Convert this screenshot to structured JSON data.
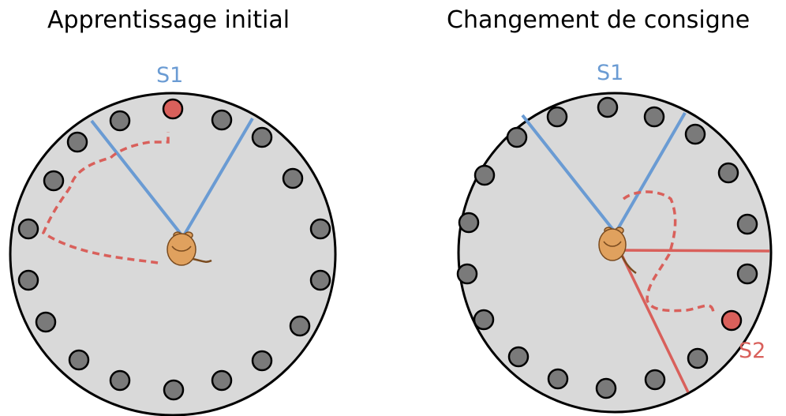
{
  "panels": {
    "left": {
      "title": "Apprentissage initial"
    },
    "right": {
      "title": "Changement de consigne"
    }
  },
  "labels": {
    "s1": "S1",
    "s2": "S2"
  },
  "colors": {
    "arena_fill": "#d9d9d9",
    "arena_stroke": "#000000",
    "hole_fill": "#7a7a7a",
    "target_fill": "#d9605b",
    "s1_color": "#6a9bd3",
    "s2_color": "#d9605b",
    "path_color": "#d9605b",
    "mouse_color": "#e0a15e"
  },
  "icons": {
    "mouse": "mouse-icon"
  }
}
